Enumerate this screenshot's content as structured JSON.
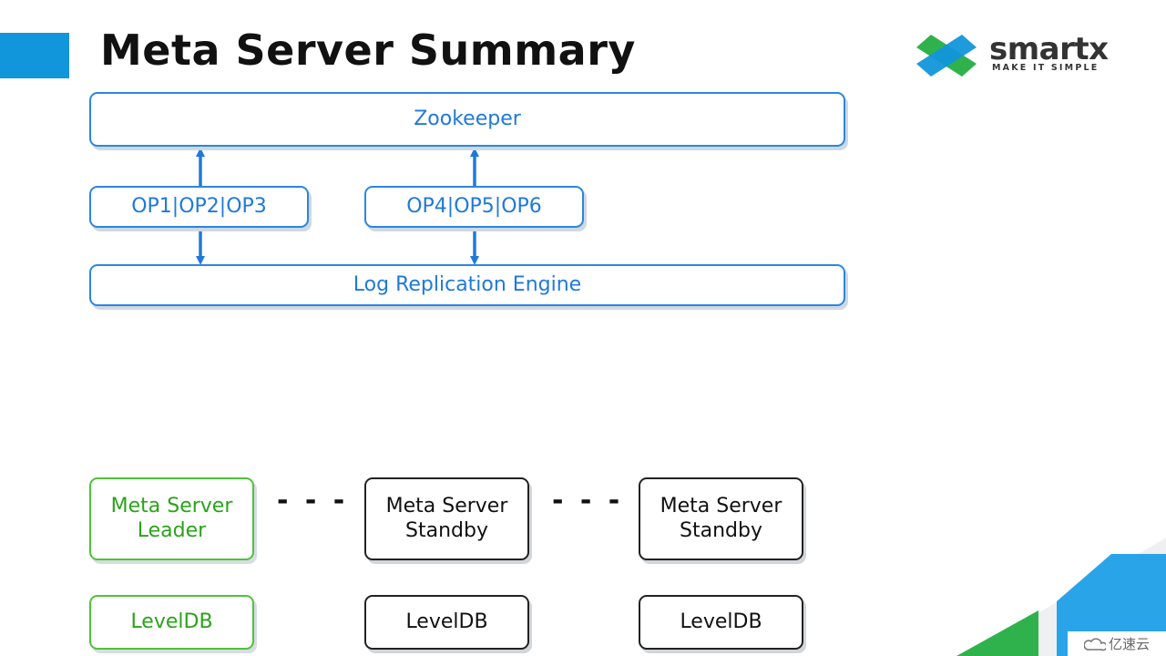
{
  "header": {
    "title": "Meta Server Summary"
  },
  "logo": {
    "name": "smartx",
    "tagline": "MAKE IT SIMPLE",
    "colors": {
      "blue": "#1296db",
      "green": "#2fb24b"
    }
  },
  "diagram": {
    "zookeeper": "Zookeeper",
    "ops_group_1": "OP1|OP2|OP3",
    "ops_group_2": "OP4|OP5|OP6",
    "log_engine": "Log Replication Engine",
    "servers": [
      {
        "line1": "Meta Server",
        "line2": "Leader",
        "storage": "LevelDB",
        "role": "leader"
      },
      {
        "line1": "Meta Server",
        "line2": "Standby",
        "storage": "LevelDB",
        "role": "standby"
      },
      {
        "line1": "Meta Server",
        "line2": "Standby",
        "storage": "LevelDB",
        "role": "standby"
      }
    ],
    "ellipsis": "- - -"
  },
  "watermark": {
    "text": "亿速云",
    "icon": "cloud-icon"
  },
  "colors": {
    "accent_blue": "#1296db",
    "diagram_blue": "#1f79da",
    "leader_green": "#2aa31a",
    "standby_black": "#111111"
  }
}
